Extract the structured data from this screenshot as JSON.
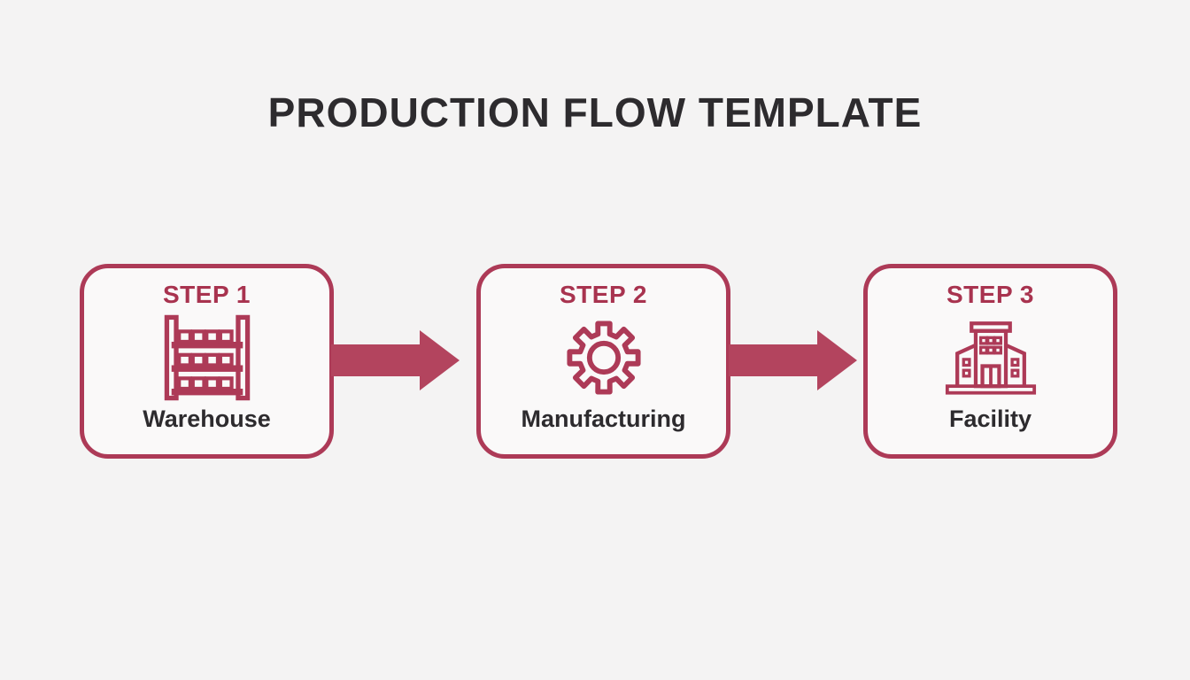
{
  "title": "PRODUCTION FLOW TEMPLATE",
  "colors": {
    "background": "#f4f3f3",
    "card_background": "#faf9f9",
    "accent_border": "#ad3a57",
    "accent_step_text": "#a8334f",
    "arrow": "#b3445e",
    "dark_text": "#2d2b2e"
  },
  "flow": {
    "steps": [
      {
        "step_label": "STEP 1",
        "name": "Warehouse",
        "icon": "warehouse-rack-icon"
      },
      {
        "step_label": "STEP 2",
        "name": "Manufacturing",
        "icon": "gear-icon"
      },
      {
        "step_label": "STEP 3",
        "name": "Facility",
        "icon": "building-icon"
      }
    ],
    "connectors": [
      {
        "icon": "arrow-right-icon"
      },
      {
        "icon": "arrow-right-icon"
      }
    ]
  }
}
